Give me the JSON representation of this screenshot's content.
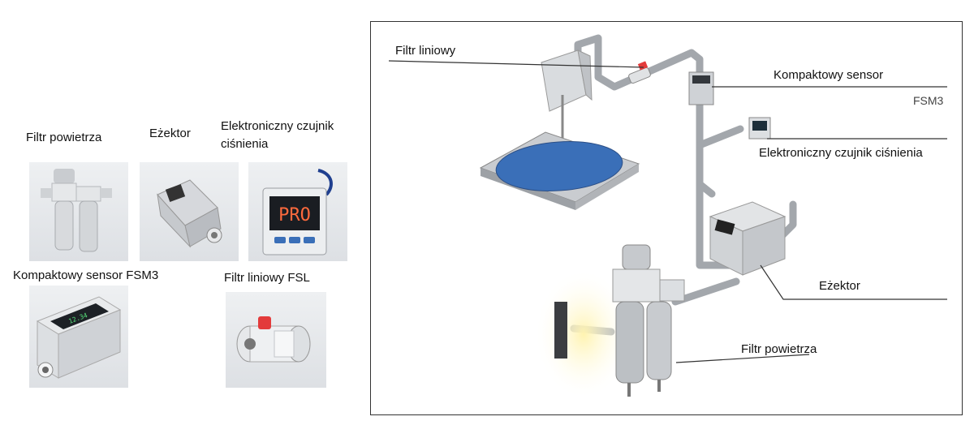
{
  "products": {
    "air_filter": "Filtr powietrza",
    "ejector": "Eżektor",
    "pressure_sensor_line1": "Elektroniczny czujnik",
    "pressure_sensor_line2": "ciśnienia",
    "compact_sensor": "Kompaktowy sensor FSM3",
    "line_filter": "Filtr liniowy FSL",
    "sensor_display": "PRO",
    "flow_display": "12.34"
  },
  "diagram": {
    "line_filter": "Filtr liniowy",
    "compact_sensor": "Kompaktowy sensor",
    "compact_sensor_model": "FSM3",
    "pressure_sensor": "Elektroniczny czujnik ciśnienia",
    "ejector": "Eżektor",
    "air_filter": "Filtr powietrza"
  },
  "colors": {
    "frame": "#333333",
    "wafer": "#3a6fb8",
    "pipe": "#a9adb2",
    "display_green": "#57e07a",
    "display_red": "#ff6a3d",
    "wall_glow": "#fff6c8"
  }
}
